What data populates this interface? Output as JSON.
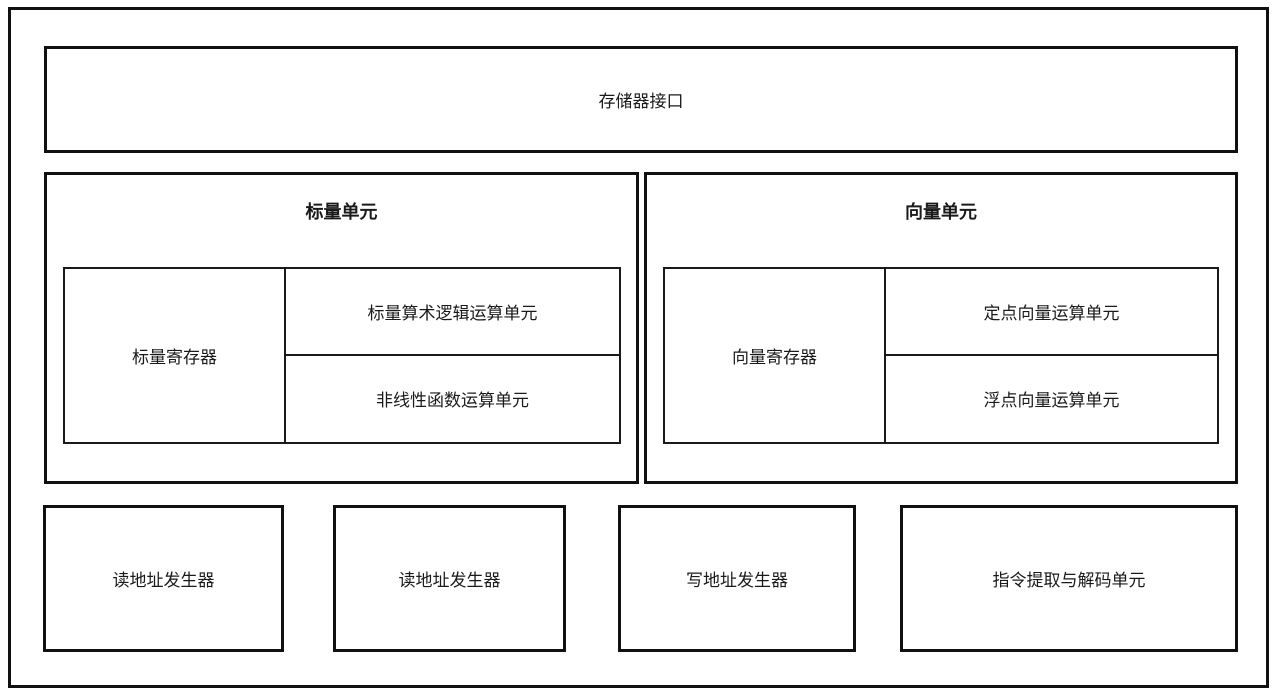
{
  "diagram": {
    "colors": {
      "stroke": "#111111",
      "background": "#ffffff",
      "text": "#1a1a1a"
    },
    "memory_interface_label": "存储器接口",
    "scalar_unit": {
      "title": "标量单元",
      "register": "标量寄存器",
      "alu": "标量算术逻辑运算单元",
      "nonlinear": "非线性函数运算单元"
    },
    "vector_unit": {
      "title": "向量单元",
      "register": "向量寄存器",
      "fixed_point": "定点向量运算单元",
      "floating_point": "浮点向量运算单元"
    },
    "bottom_boxes": [
      "读地址发生器",
      "读地址发生器",
      "写地址发生器",
      "指令提取与解码单元"
    ]
  }
}
